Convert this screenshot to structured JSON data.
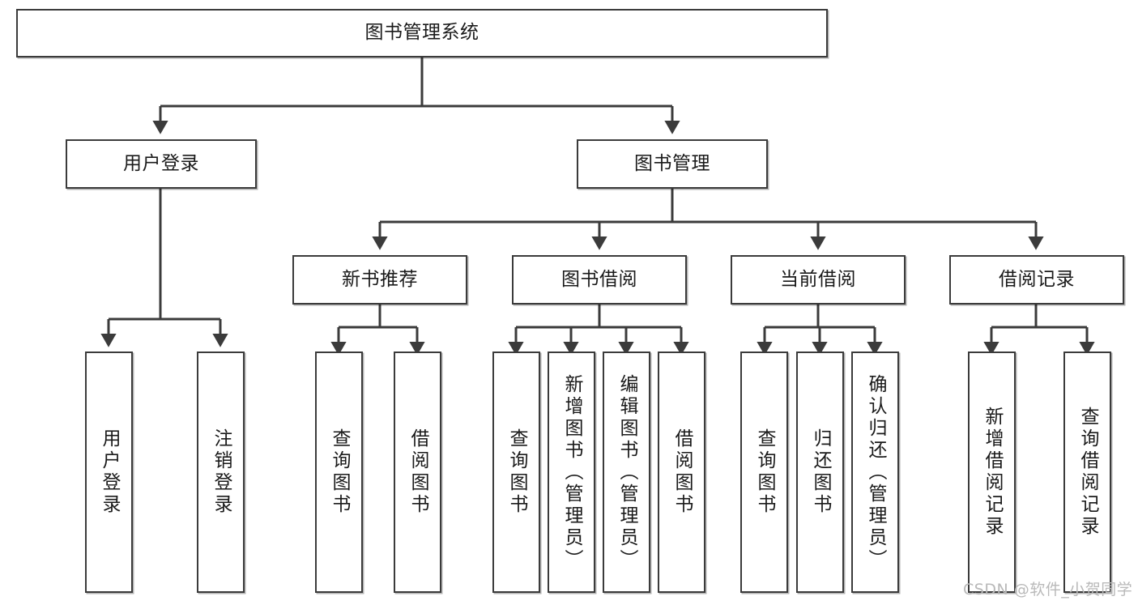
{
  "diagram": {
    "title": "图书管理系统",
    "type": "tree-hierarchy-chart",
    "colors": {
      "box_border": "#3b3b3b",
      "box_fill": "#ffffff",
      "connector": "#3b3b3b",
      "background": "#ffffff",
      "watermark": "#b9b9b9"
    },
    "watermark": "CSDN @软件_小贺同学",
    "levels": {
      "level1": [
        "图书管理系统"
      ],
      "level2": [
        "用户登录",
        "图书管理"
      ],
      "level3": [
        "新书推荐",
        "图书借阅",
        "当前借阅",
        "借阅记录"
      ],
      "level4": [
        "用户登录",
        "注销登录",
        "查询图书",
        "借阅图书",
        "查询图书",
        "新增图书（管理员）",
        "编辑图书（管理员）",
        "借阅图书",
        "查询图书",
        "归还图书",
        "确认归还（管理员）",
        "新增借阅记录",
        "查询借阅记录"
      ]
    },
    "nodes": {
      "root": {
        "label": "图书管理系统"
      },
      "user_login": {
        "label": "用户登录"
      },
      "book_manage": {
        "label": "图书管理"
      },
      "new_book_rec": {
        "label": "新书推荐"
      },
      "book_borrow": {
        "label": "图书借阅"
      },
      "current_borrow": {
        "label": "当前借阅"
      },
      "borrow_record": {
        "label": "借阅记录"
      },
      "leaf_user_login": {
        "label": "用户登录"
      },
      "leaf_logout": {
        "label": "注销登录"
      },
      "leaf_query_book_a": {
        "label": "查询图书"
      },
      "leaf_borrow_book_a": {
        "label": "借阅图书"
      },
      "leaf_query_book_b": {
        "label": "查询图书"
      },
      "leaf_add_book": {
        "label": "新增图书（管理员）"
      },
      "leaf_edit_book": {
        "label": "编辑图书（管理员）"
      },
      "leaf_borrow_book_b": {
        "label": "借阅图书"
      },
      "leaf_query_book_c": {
        "label": "查询图书"
      },
      "leaf_return_book": {
        "label": "归还图书"
      },
      "leaf_confirm_return": {
        "label": "确认归还（管理员）"
      },
      "leaf_add_record": {
        "label": "新增借阅记录"
      },
      "leaf_query_record": {
        "label": "查询借阅记录"
      }
    },
    "edges": [
      {
        "from": "图书管理系统",
        "to": "用户登录"
      },
      {
        "from": "图书管理系统",
        "to": "图书管理"
      },
      {
        "from": "用户登录",
        "to": "用户登录"
      },
      {
        "from": "用户登录",
        "to": "注销登录"
      },
      {
        "from": "图书管理",
        "to": "新书推荐"
      },
      {
        "from": "图书管理",
        "to": "图书借阅"
      },
      {
        "from": "图书管理",
        "to": "当前借阅"
      },
      {
        "from": "图书管理",
        "to": "借阅记录"
      },
      {
        "from": "新书推荐",
        "to": "查询图书"
      },
      {
        "from": "新书推荐",
        "to": "借阅图书"
      },
      {
        "from": "图书借阅",
        "to": "查询图书"
      },
      {
        "from": "图书借阅",
        "to": "新增图书（管理员）"
      },
      {
        "from": "图书借阅",
        "to": "编辑图书（管理员）"
      },
      {
        "from": "图书借阅",
        "to": "借阅图书"
      },
      {
        "from": "当前借阅",
        "to": "查询图书"
      },
      {
        "from": "当前借阅",
        "to": "归还图书"
      },
      {
        "from": "当前借阅",
        "to": "确认归还（管理员）"
      },
      {
        "from": "借阅记录",
        "to": "新增借阅记录"
      },
      {
        "from": "借阅记录",
        "to": "查询借阅记录"
      }
    ]
  }
}
